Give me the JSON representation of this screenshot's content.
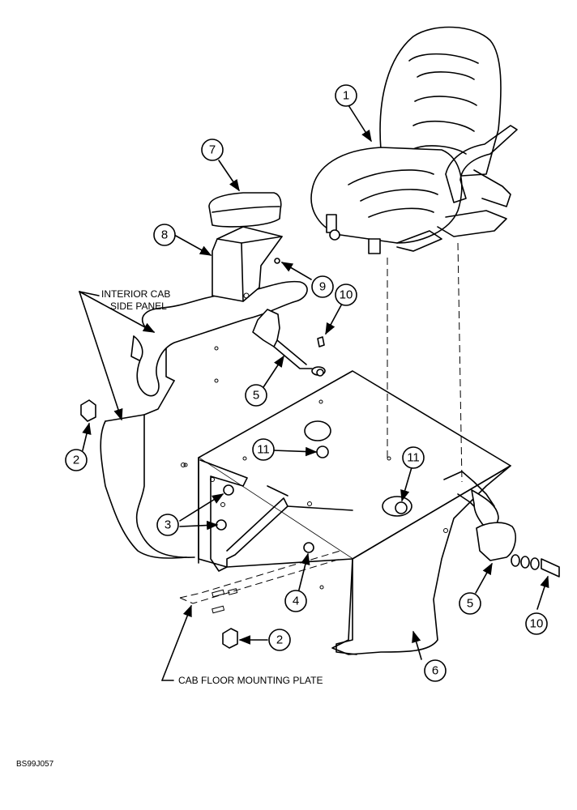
{
  "callouts": [
    "1",
    "2",
    "2",
    "3",
    "4",
    "5",
    "5",
    "6",
    "7",
    "8",
    "9",
    "10",
    "10",
    "11",
    "11"
  ],
  "labels": {
    "interior_cab_line1": "INTERIOR CAB",
    "interior_cab_line2": "SIDE PANEL",
    "cab_floor_plate": "CAB FLOOR MOUNTING PLATE",
    "figure_code": "BS99J057"
  }
}
